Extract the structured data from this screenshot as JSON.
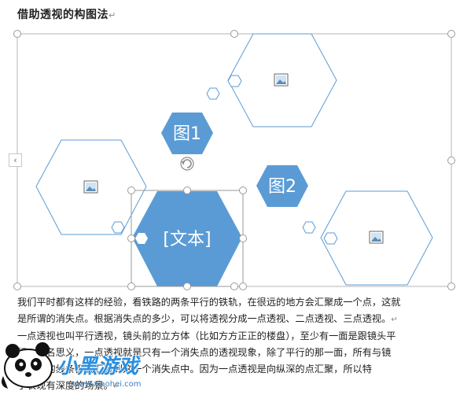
{
  "title": "借助透视的构图法",
  "paragraph_mark": "↵",
  "diagram": {
    "shape1_label": "图1",
    "shape2_label": "图2",
    "text_placeholder": "[文本]"
  },
  "colors": {
    "accent": "#5b9bd5",
    "outline": "#5b9bd5",
    "handle": "#9a9a9a",
    "frame": "#b4b4b4"
  },
  "icons": [
    "picture-placeholder-icon",
    "rotate-handle-icon",
    "chevron-left-icon"
  ],
  "body_lines": [
    "我们平时都有这样的经验，看铁路的两条平行的铁轨，在很远的地方会汇聚成一个点，这就",
    "是所谓的消失点。根据消失点的多少，可以将透视分成一点透视、二点透视、三点透视。",
    "一点透视也叫平行透视，镜头前的立方体（比如方方正正的楼盘），至少有一面是跟镜头平",
    "行，顾名思义，一点透视就是只有一个消失点的透视现象，除了平行的那一面，所有与镜",
    "头垂直的线条都会汇聚到这一个消失点中。因为一点透视是向纵深的点汇聚，所以特",
    "于表现有深度的场景。"
  ],
  "watermark": {
    "brand": "小黑游戏",
    "url": "www.xiaohei.com"
  }
}
